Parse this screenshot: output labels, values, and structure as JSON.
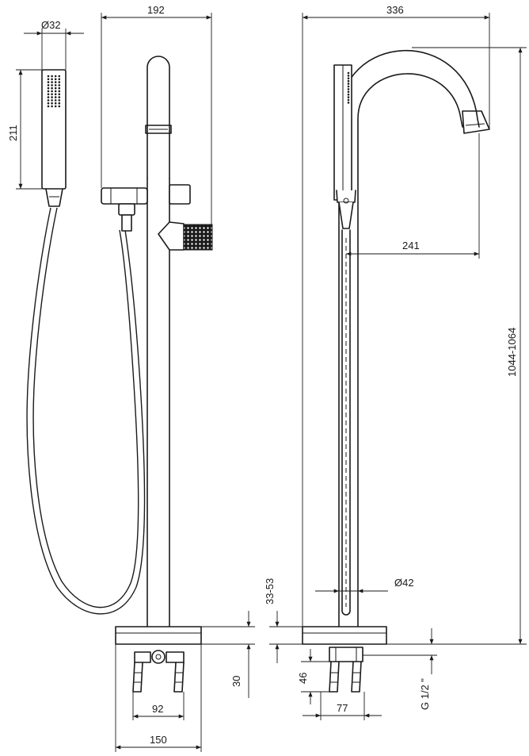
{
  "drawing": {
    "dimensions": {
      "hand_shower_diameter": "Ø32",
      "hand_shower_length": "211",
      "front_width": "192",
      "side_width": "336",
      "spout_reach": "241",
      "total_height": "1044-1064",
      "base_offset": "33-53",
      "pipe_diameter": "Ø42",
      "base_height_front": "30",
      "fixing_spacing": "92",
      "base_diameter": "150",
      "connector_height": "46",
      "connector_spacing": "77",
      "thread": "G 1/2 \""
    },
    "colors": {
      "line": "#1a1a1a",
      "background": "#ffffff"
    }
  }
}
